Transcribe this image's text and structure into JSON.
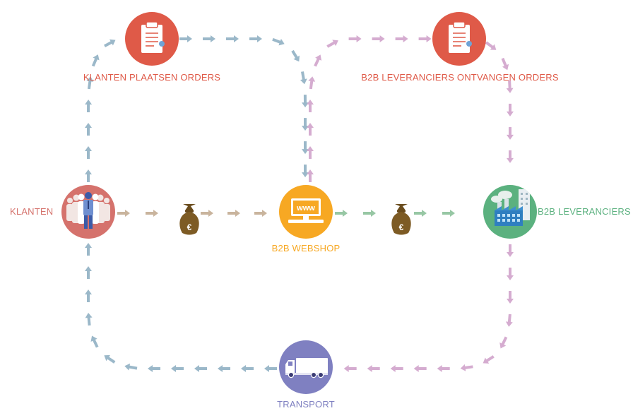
{
  "colors": {
    "blue_arrow": "#9bb8c9",
    "purple_arrow": "#d5acd0",
    "tan_arrow": "#c9b49d",
    "green_arrow": "#97c7a4",
    "order_red": "#df5a48",
    "klanten_circle": "#d5726c",
    "webshop_orange": "#f7a823",
    "supplier_green": "#5bb17f",
    "transport_purple": "#7f80c1",
    "money_brown": "#7d5b24"
  },
  "nodes": {
    "klanten_orders": {
      "line1": "KLANTEN",
      "line2": "PLAATSEN ORDERS",
      "icon": "clipboard-icon"
    },
    "leveranciers_orders": {
      "line1": "B2B LEVERANCIERS",
      "line2": "ONTVANGEN ORDERS",
      "icon": "clipboard-icon"
    },
    "klanten": {
      "label": "KLANTEN",
      "icon": "people-icon"
    },
    "webshop": {
      "label": "B2B WEBSHOP",
      "screen_text": "www",
      "icon": "computer-icon"
    },
    "leveranciers": {
      "label": "B2B LEVERANCIERS",
      "icon": "factory-icon"
    },
    "transport": {
      "label": "TRANSPORT",
      "icon": "truck-icon"
    }
  },
  "money_bags": [
    {
      "symbol": "€",
      "icon": "money-bag-icon"
    },
    {
      "symbol": "€",
      "icon": "money-bag-icon"
    }
  ]
}
